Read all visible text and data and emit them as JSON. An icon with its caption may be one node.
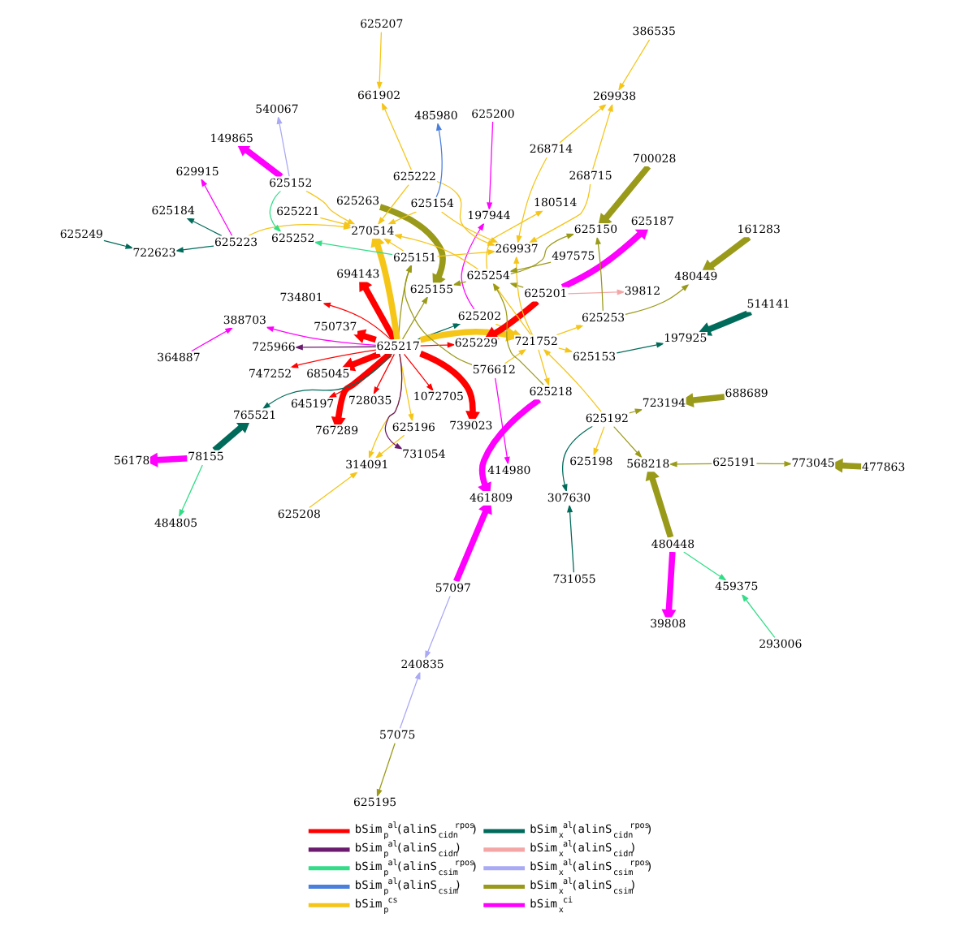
{
  "diagram": {
    "nodes": [
      {
        "text": [
          "293006"
        ]
      },
      {
        "text": [
          "459375"
        ]
      },
      {
        "text": [
          "39808"
        ]
      },
      {
        "text": [
          "480448"
        ]
      },
      {
        "text": [
          "731055"
        ]
      },
      {
        "text": [
          "307630"
        ]
      },
      {
        "text": [
          "773045"
        ]
      },
      {
        "text": [
          "625191"
        ]
      },
      {
        "text": [
          "568218"
        ]
      },
      {
        "text": [
          "477863"
        ]
      },
      {
        "text": [
          "625192"
        ]
      },
      {
        "text": [
          "723194"
        ]
      },
      {
        "text": [
          "688689"
        ]
      },
      {
        "text": [
          "625208"
        ]
      },
      {
        "text": [
          "314091"
        ]
      },
      {
        "text": [
          "364887"
        ]
      },
      {
        "text": [
          "388703"
        ]
      },
      {
        "text": [
          "625196"
        ]
      },
      {
        "text": [
          "734801"
        ]
      },
      {
        "text": [
          "645197"
        ]
      },
      {
        "text": [
          "685045"
        ]
      },
      {
        "text": [
          "747252"
        ]
      },
      {
        "text": [
          "728035"
        ]
      },
      {
        "text": [
          "725966"
        ]
      },
      {
        "text": [
          "731054"
        ]
      },
      {
        "text": [
          "694143"
        ]
      },
      {
        "text": [
          "767289"
        ]
      },
      {
        "text": [
          "625217"
        ]
      },
      {
        "text": [
          "750737"
        ]
      },
      {
        "text": [
          "625263"
        ]
      },
      {
        "text": [
          "625155"
        ]
      },
      {
        "text": [
          "56178"
        ]
      },
      {
        "text": [
          "484805"
        ]
      },
      {
        "text": [
          "78155"
        ]
      },
      {
        "text": [
          "765521"
        ]
      },
      {
        "text": [
          "414980"
        ]
      },
      {
        "text": [
          "625198"
        ]
      },
      {
        "text": [
          "576612"
        ]
      },
      {
        "text": [
          "1072705"
        ]
      },
      {
        "text": [
          "625202"
        ]
      },
      {
        "text": [
          "739023"
        ]
      },
      {
        "text": [
          "625229"
        ]
      },
      {
        "text": [
          "625187"
        ]
      },
      {
        "text": [
          "625201"
        ]
      },
      {
        "text": [
          "39812"
        ]
      },
      {
        "text": [
          "197944"
        ]
      },
      {
        "text": [
          "625151"
        ]
      },
      {
        "text": [
          "721752"
        ]
      },
      {
        "text": [
          "625153"
        ]
      },
      {
        "text": [
          "625200"
        ]
      },
      {
        "text": [
          "625207"
        ]
      },
      {
        "text": [
          "661902"
        ]
      },
      {
        "text": [
          "625222"
        ]
      },
      {
        "text": [
          "625221"
        ]
      },
      {
        "text": [
          "270514"
        ]
      },
      {
        "text": [
          "625252"
        ]
      },
      {
        "text": [
          "197925"
        ]
      },
      {
        "text": [
          "625218"
        ]
      },
      {
        "text": [
          "461809"
        ]
      },
      {
        "text": [
          "625254"
        ]
      },
      {
        "text": [
          "497575"
        ]
      },
      {
        "text": [
          "180514"
        ]
      },
      {
        "text": [
          "57097"
        ]
      },
      {
        "text": [
          "629915"
        ]
      },
      {
        "text": [
          "625223"
        ]
      },
      {
        "text": [
          "722623"
        ]
      },
      {
        "text": [
          "625249"
        ]
      },
      {
        "text": [
          "625184"
        ]
      },
      {
        "text": [
          "269937"
        ]
      },
      {
        "text": [
          "268715"
        ]
      },
      {
        "text": [
          "268714"
        ]
      },
      {
        "text": [
          "269938"
        ]
      },
      {
        "text": [
          "386535"
        ]
      },
      {
        "text": [
          "625154"
        ]
      },
      {
        "text": [
          "625152"
        ]
      },
      {
        "text": [
          "514141"
        ]
      },
      {
        "text": [
          "625253"
        ]
      },
      {
        "text": [
          "625150"
        ]
      },
      {
        "text": [
          "700028"
        ]
      },
      {
        "text": [
          "240835"
        ]
      },
      {
        "text": [
          "480449"
        ]
      },
      {
        "text": [
          "485980"
        ]
      },
      {
        "text": [
          "540067"
        ]
      },
      {
        "text": [
          "149865"
        ]
      },
      {
        "text": [
          "161283"
        ]
      },
      {
        "text": [
          "57075"
        ]
      },
      {
        "text": [
          "625195"
        ]
      }
    ],
    "edges": [
      {
        "from": 0,
        "to": 1,
        "arrow": "to",
        "color": "#33dd88"
      },
      {
        "from": 3,
        "to": 1,
        "arrow": "to",
        "color": "#33dd88"
      },
      {
        "from": 3,
        "to": 2,
        "arrow": "to",
        "color": "#ff00ff",
        "style": "thick"
      },
      {
        "from": 3,
        "to": 8,
        "arrow": "to",
        "color": "#9a9a1a",
        "style": "thick"
      },
      {
        "from": 4,
        "to": 5,
        "arrow": "to",
        "color": "#006b5a"
      },
      {
        "from": 10,
        "to": 5,
        "arrow": "to",
        "color": "#006b5a"
      },
      {
        "from": 7,
        "to": 6,
        "arrow": "to",
        "color": "#9a9a1a"
      },
      {
        "from": 7,
        "to": 8,
        "arrow": "to",
        "color": "#9a9a1a"
      },
      {
        "from": 9,
        "to": 6,
        "arrow": "to",
        "color": "#9a9a1a",
        "style": "thick"
      },
      {
        "from": 10,
        "to": 8,
        "arrow": "to",
        "color": "#9a9a1a"
      },
      {
        "from": 10,
        "to": 11,
        "arrow": "to",
        "color": "#9a9a1a"
      },
      {
        "from": 12,
        "to": 11,
        "arrow": "to",
        "color": "#9a9a1a",
        "style": "thick"
      },
      {
        "from": 10,
        "to": 36,
        "arrow": "to",
        "color": "#f5c518"
      },
      {
        "from": 10,
        "to": 47,
        "arrow": "to",
        "color": "#f5c518"
      },
      {
        "from": 13,
        "to": 14,
        "arrow": "to",
        "color": "#f5c518"
      },
      {
        "from": 17,
        "to": 14,
        "arrow": "to",
        "color": "#f5c518"
      },
      {
        "from": 27,
        "to": 14,
        "arrow": "to",
        "color": "#f5c518"
      },
      {
        "from": 27,
        "to": 17,
        "arrow": "to",
        "color": "#f5c518"
      },
      {
        "from": 15,
        "to": 16,
        "arrow": "to",
        "color": "#ff00ff"
      },
      {
        "from": 27,
        "to": 16,
        "arrow": "to",
        "color": "#ff00ff"
      },
      {
        "from": 27,
        "to": 19,
        "arrow": "to",
        "color": "#ff0000"
      },
      {
        "from": 27,
        "to": 18,
        "arrow": "to",
        "color": "#ff0000"
      },
      {
        "from": 27,
        "to": 20,
        "arrow": "to",
        "color": "#ff0000",
        "style": "thick"
      },
      {
        "from": 27,
        "to": 34,
        "arrow": "to",
        "color": "#006b5a"
      },
      {
        "from": 33,
        "to": 34,
        "arrow": "to",
        "color": "#006b5a",
        "style": "thick"
      },
      {
        "from": 33,
        "to": 31,
        "arrow": "to",
        "color": "#ff00ff",
        "style": "thick"
      },
      {
        "from": 33,
        "to": 32,
        "arrow": "to",
        "color": "#33dd88"
      },
      {
        "from": 27,
        "to": 21,
        "arrow": "to",
        "color": "#ff0000"
      },
      {
        "from": 27,
        "to": 22,
        "arrow": "to",
        "color": "#ff0000"
      },
      {
        "from": 27,
        "to": 23,
        "arrow": "to",
        "color": "#6a1b6e"
      },
      {
        "from": 27,
        "to": 24,
        "arrow": "to",
        "color": "#6a1b6e"
      },
      {
        "from": 27,
        "to": 25,
        "arrow": "to",
        "color": "#ff0000",
        "style": "thick"
      },
      {
        "from": 27,
        "to": 26,
        "arrow": "to",
        "color": "#ff0000",
        "style": "thick"
      },
      {
        "from": 27,
        "to": 28,
        "arrow": "to",
        "color": "#ff0000",
        "style": "thick"
      },
      {
        "from": 27,
        "to": 30,
        "arrow": "to",
        "color": "#9a9a1a"
      },
      {
        "from": 29,
        "to": 30,
        "arrow": "to",
        "color": "#9a9a1a",
        "style": "thick"
      },
      {
        "from": 59,
        "to": 30,
        "arrow": "to",
        "color": "#9a9a1a"
      },
      {
        "from": 27,
        "to": 40,
        "arrow": "to",
        "color": "#ff0000",
        "style": "thick"
      },
      {
        "from": 27,
        "to": 41,
        "arrow": "to",
        "color": "#ff0000"
      },
      {
        "from": 43,
        "to": 41,
        "arrow": "to",
        "color": "#ff0000",
        "style": "thick"
      },
      {
        "from": 43,
        "to": 42,
        "arrow": "to",
        "color": "#ff00ff",
        "style": "thick"
      },
      {
        "from": 43,
        "to": 44,
        "arrow": "to",
        "color": "#f4a6a6"
      },
      {
        "from": 43,
        "to": 59,
        "arrow": "to",
        "color": "#9a9a1a"
      },
      {
        "from": 27,
        "to": 38,
        "arrow": "to",
        "color": "#ff0000"
      },
      {
        "from": 27,
        "to": 39,
        "arrow": "to",
        "color": "#006b5a"
      },
      {
        "from": 27,
        "to": 46,
        "arrow": "to",
        "color": "#9a9a1a"
      },
      {
        "from": 27,
        "to": 47,
        "arrow": "to",
        "color": "#f5c518",
        "style": "thick"
      },
      {
        "from": 27,
        "to": 54,
        "arrow": "to",
        "color": "#f5c518",
        "style": "thick"
      },
      {
        "from": 39,
        "to": 45,
        "arrow": "to",
        "color": "#ff00ff"
      },
      {
        "from": 49,
        "to": 45,
        "arrow": "to",
        "color": "#ff00ff"
      },
      {
        "from": 39,
        "to": 47,
        "arrow": "to",
        "color": "#f5c518"
      },
      {
        "from": 37,
        "to": 35,
        "arrow": "to",
        "color": "#ff00ff"
      },
      {
        "from": 37,
        "to": 47,
        "arrow": "to",
        "color": "#f5c518"
      },
      {
        "from": 37,
        "to": 46,
        "arrow": "to",
        "color": "#9a9a1a"
      },
      {
        "from": 46,
        "to": 54,
        "arrow": "to",
        "color": "#f5c518"
      },
      {
        "from": 46,
        "to": 55,
        "arrow": "to",
        "color": "#33dd88"
      },
      {
        "from": 47,
        "to": 48,
        "arrow": "to",
        "color": "#f5c518"
      },
      {
        "from": 48,
        "to": 56,
        "arrow": "to",
        "color": "#006b5a"
      },
      {
        "from": 50,
        "to": 51,
        "arrow": "to",
        "color": "#f5c518"
      },
      {
        "from": 52,
        "to": 51,
        "arrow": "to",
        "color": "#f5c518"
      },
      {
        "from": 52,
        "to": 54,
        "arrow": "to",
        "color": "#f5c518"
      },
      {
        "from": 52,
        "to": 68,
        "arrow": "to",
        "color": "#f5c518"
      },
      {
        "from": 53,
        "to": 54,
        "arrow": "to",
        "color": "#f5c518"
      },
      {
        "from": 64,
        "to": 54,
        "arrow": "to",
        "color": "#f5c518"
      },
      {
        "from": 64,
        "to": 63,
        "arrow": "to",
        "color": "#ff00ff"
      },
      {
        "from": 64,
        "to": 65,
        "arrow": "to",
        "color": "#006b5a"
      },
      {
        "from": 66,
        "to": 65,
        "arrow": "to",
        "color": "#006b5a"
      },
      {
        "from": 64,
        "to": 67,
        "arrow": "to",
        "color": "#006b5a"
      },
      {
        "from": 47,
        "to": 68,
        "arrow": "to",
        "color": "#f5c518"
      },
      {
        "from": 46,
        "to": 68,
        "arrow": "to",
        "color": "#f5c518"
      },
      {
        "from": 73,
        "to": 68,
        "arrow": "to",
        "color": "#f5c518"
      },
      {
        "from": 70,
        "to": 68,
        "arrow": "to",
        "color": "#f5c518"
      },
      {
        "from": 69,
        "to": 68,
        "arrow": "to",
        "color": "#f5c518"
      },
      {
        "from": 70,
        "to": 71,
        "arrow": "to",
        "color": "#f5c518"
      },
      {
        "from": 69,
        "to": 71,
        "arrow": "to",
        "color": "#f5c518"
      },
      {
        "from": 72,
        "to": 71,
        "arrow": "to",
        "color": "#f5c518"
      },
      {
        "from": 74,
        "to": 55,
        "arrow": "to",
        "color": "#33dd88"
      },
      {
        "from": 73,
        "to": 81,
        "arrow": "to",
        "color": "#4a7fdc"
      },
      {
        "from": 73,
        "to": 54,
        "arrow": "to",
        "color": "#f5c518"
      },
      {
        "from": 74,
        "to": 83,
        "arrow": "to",
        "color": "#ff00ff",
        "style": "thick"
      },
      {
        "from": 74,
        "to": 82,
        "arrow": "to",
        "color": "#a9a9f5"
      },
      {
        "from": 74,
        "to": 54,
        "arrow": "to",
        "color": "#f5c518"
      },
      {
        "from": 75,
        "to": 56,
        "arrow": "to",
        "color": "#006b5a",
        "style": "thick"
      },
      {
        "from": 47,
        "to": 59,
        "arrow": "to",
        "color": "#f5c518"
      },
      {
        "from": 47,
        "to": 76,
        "arrow": "to",
        "color": "#f5c518"
      },
      {
        "from": 47,
        "to": 57,
        "arrow": "to",
        "color": "#f5c518"
      },
      {
        "from": 57,
        "to": 59,
        "arrow": "to",
        "color": "#9a9a1a"
      },
      {
        "from": 57,
        "to": 58,
        "arrow": "to",
        "color": "#ff00ff",
        "style": "thick"
      },
      {
        "from": 60,
        "to": 59,
        "arrow": "to",
        "color": "#9a9a1a"
      },
      {
        "from": 59,
        "to": 61,
        "arrow": "to",
        "color": "#f5c518"
      },
      {
        "from": 59,
        "to": 77,
        "arrow": "to",
        "color": "#9a9a1a"
      },
      {
        "from": 59,
        "to": 54,
        "arrow": "to",
        "color": "#f5c518"
      },
      {
        "from": 76,
        "to": 77,
        "arrow": "to",
        "color": "#9a9a1a"
      },
      {
        "from": 76,
        "to": 80,
        "arrow": "to",
        "color": "#9a9a1a"
      },
      {
        "from": 78,
        "to": 77,
        "arrow": "to",
        "color": "#9a9a1a",
        "style": "thick"
      },
      {
        "from": 84,
        "to": 80,
        "arrow": "to",
        "color": "#9a9a1a",
        "style": "thick"
      },
      {
        "from": 62,
        "to": 58,
        "arrow": "to",
        "color": "#ff00ff",
        "style": "thick"
      },
      {
        "from": 62,
        "to": 79,
        "arrow": "to",
        "color": "#a9a9f5"
      },
      {
        "from": 85,
        "to": 79,
        "arrow": "to",
        "color": "#a9a9f5"
      },
      {
        "from": 85,
        "to": 86,
        "arrow": "to",
        "color": "#9a9a1a"
      }
    ],
    "legend": [
      {
        "text": "bSim$_{p}$$^{al}$(alinS$_{cidn}$$^{rpos}$)",
        "color": "#ff0000"
      },
      {
        "text": "bSim$_{x}$$^{al}$(alinS$_{cidn}$$^{rpos}$)",
        "color": "#006b5a"
      },
      {
        "text": "bSim$_{p}$$^{al}$(alinS$_{cidn}$)",
        "color": "#6a1b6e"
      },
      {
        "text": "bSim$_{x}$$^{al}$(alinS$_{cidn}$)",
        "color": "#f4a6a6"
      },
      {
        "text": "bSim$_{p}$$^{al}$(alinS$_{csim}$$^{rpos}$)",
        "color": "#33dd88"
      },
      {
        "text": "bSim$_{x}$$^{al}$(alinS$_{csim}$$^{rpos}$)",
        "color": "#a9a9f5"
      },
      {
        "text": "bSim$_{p}$$^{al}$(alinS$_{csim}$)",
        "color": "#4a7fdc"
      },
      {
        "text": "bSim$_{x}$$^{al}$(alinS$_{csim}$)",
        "color": "#9a9a1a"
      },
      {
        "text": "bSim$_{p}$$^{cs}$",
        "color": "#f5c518"
      },
      {
        "text": "bSim$_{x}$$^{ci}$",
        "color": "#ff00ff"
      }
    ]
  }
}
